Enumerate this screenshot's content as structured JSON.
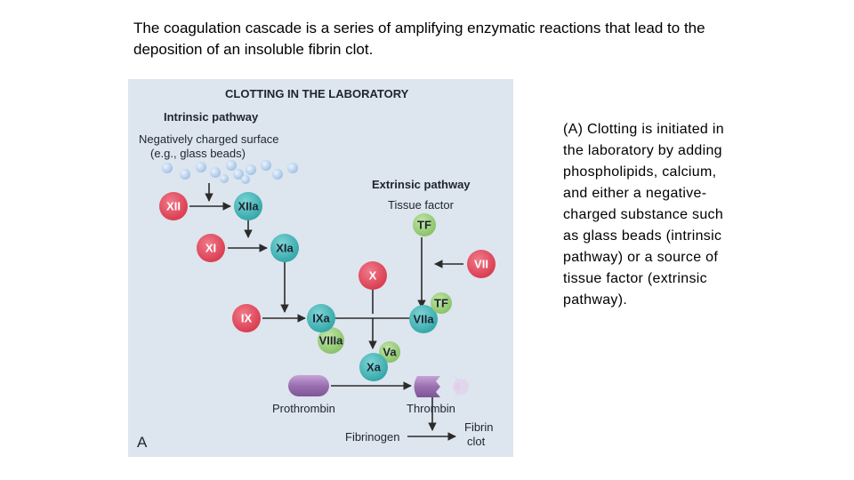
{
  "heading": "The coagulation cascade is a series of amplifying enzymatic reactions that lead to the deposition of an insoluble fibrin clot.",
  "caption": "(A) Clotting is initiated in the laboratory by adding phospholipids, calcium, and either a negative-charged substance such as glass beads (intrinsic pathway) or a source of tissue factor (extrinsic pathway).",
  "figure": {
    "title": "CLOTTING IN THE LABORATORY",
    "intrinsic_label": "Intrinsic pathway",
    "surface_line1": "Negatively charged surface",
    "surface_line2": "(e.g., glass beads)",
    "extrinsic_label": "Extrinsic pathway",
    "tissue_factor_label": "Tissue factor",
    "panel_letter": "A",
    "prothrombin_label": "Prothrombin",
    "thrombin_label": "Thrombin",
    "fibrinogen_label": "Fibrinogen",
    "fibrin_line1": "Fibrin",
    "fibrin_line2": "clot",
    "nodes": {
      "xii": "XII",
      "xiia": "XIIa",
      "xi": "XI",
      "xia": "XIa",
      "ix": "IX",
      "ixa": "IXa",
      "viiia": "VIIIa",
      "x": "X",
      "va": "Va",
      "xa": "Xa",
      "tf_top": "TF",
      "tf_complex": "TF",
      "vii": "VII",
      "viia": "VIIa"
    }
  },
  "colors": {
    "red_factor": "#e0465a",
    "teal_factor": "#3fb3b5",
    "green_cofactor": "#9ccf7c",
    "purple": "#9a6fb0",
    "bead": "#b9d2ee",
    "background": "#dde5ee"
  }
}
